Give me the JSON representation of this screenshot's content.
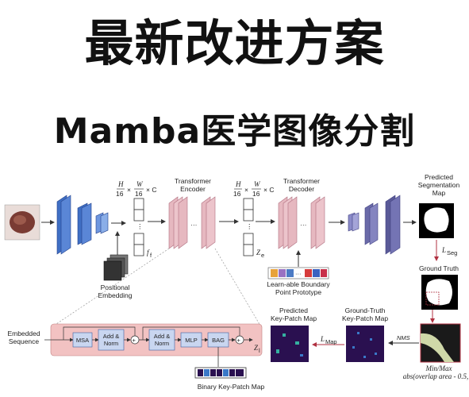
{
  "title": "最新改进方案",
  "subtitle": "Mamba医学图像分割",
  "diagram": {
    "feature_dims_label": "H/16 × W/16 × C",
    "f_label": "f",
    "f_sub": "f",
    "transformer_encoder": "Transformer Encoder",
    "z_label": "Z",
    "z_sub": "e",
    "transformer_decoder": "Transformer Decoder",
    "predicted_map": "Predicted Segmentation Map",
    "positional_embedding": "Positional Embedding",
    "boundary_prototype": "Learn-able Boundary Point Prototype",
    "l_seg": "L",
    "l_seg_sub": "Seg",
    "ground_truth": "Ground Truth",
    "embedded_sequence": "Embedded Sequence",
    "msa": "MSA",
    "add_norm": "Add & Norm",
    "mlp": "MLP",
    "bag": "BAG",
    "z_out": "Z",
    "z_out_sub": "l",
    "pred_keypatch": "Predicted Key-Patch Map",
    "gt_keypatch": "Ground-Truth Key-Patch Map",
    "l_map": "L",
    "l_map_sub": "Map",
    "nms": "NMS",
    "minmax": "Min/Max",
    "abs_formula": "abs(overlap area - 0.5,",
    "binary_keypatch": "Binary Key-Patch Map"
  },
  "colors": {
    "blue": "#3f6fc4",
    "pink": "#e6b8c0",
    "purple": "#6a6aa8",
    "residual_bg": "#f2c2c2",
    "block_blue": "#c9d6f0"
  }
}
